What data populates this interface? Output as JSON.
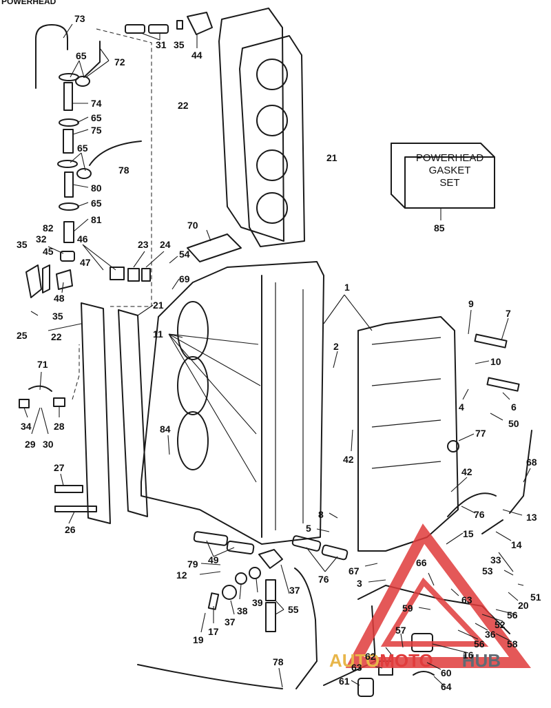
{
  "header": {
    "text": "POWERHEAD"
  },
  "gasket_box": {
    "line1": "POWERHEAD",
    "line2": "GASKET",
    "line3": "SET"
  },
  "watermark": {
    "part1": "AUTO",
    "part2": "MOTO",
    "part3": "HUB",
    "color": "#e03c3c"
  },
  "callouts": [
    "73",
    "31",
    "35",
    "44",
    "65",
    "72",
    "74",
    "65",
    "75",
    "22",
    "65",
    "78",
    "21",
    "80",
    "65",
    "81",
    "82",
    "35",
    "32",
    "45",
    "46",
    "23",
    "24",
    "70",
    "54",
    "47",
    "48",
    "69",
    "21",
    "35",
    "25",
    "22",
    "11",
    "1",
    "9",
    "7",
    "2",
    "10",
    "71",
    "4",
    "6",
    "50",
    "34",
    "28",
    "29",
    "30",
    "84",
    "77",
    "42",
    "68",
    "27",
    "42",
    "26",
    "8",
    "76",
    "13",
    "5",
    "14",
    "15",
    "49",
    "79",
    "12",
    "76",
    "67",
    "33",
    "53",
    "3",
    "66",
    "51",
    "63",
    "20",
    "37",
    "38",
    "39",
    "55",
    "59",
    "56",
    "52",
    "37",
    "17",
    "19",
    "36",
    "57",
    "56",
    "58",
    "16",
    "62",
    "60",
    "78",
    "63",
    "61",
    "64",
    "85"
  ]
}
